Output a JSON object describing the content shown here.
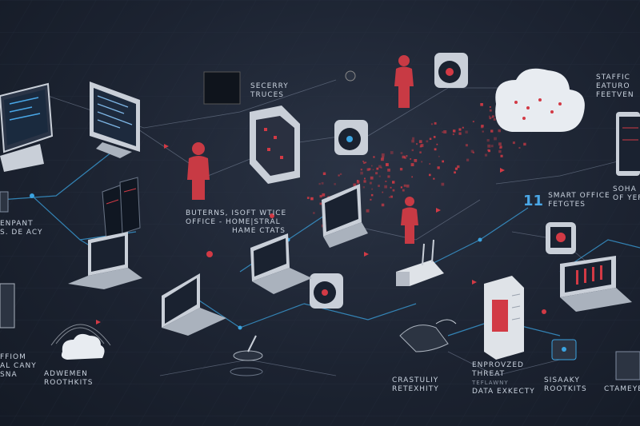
{
  "labels": {
    "security_trucks": [
      "SECERRY",
      "TRUCES"
    ],
    "staffic_features": [
      "STAFFIC",
      "EATURO",
      "FEETVEN"
    ],
    "home_office": [
      "BUTERNS, ISOFT WTICE",
      "OFFICE  -   HOME|STRAL",
      "HAME CTATS"
    ],
    "smart_office_number": "11",
    "smart_office": [
      "SMART OFFICE",
      "FETGTES"
    ],
    "sona": [
      "SOHA",
      "OF YEFE"
    ],
    "left_mid": [
      "ENPANT",
      "S. DE ACY"
    ],
    "left_bottom": [
      "FFIOM",
      "AL CANY",
      "SNA"
    ],
    "adwewen_rootkits": [
      "ADWEMEN",
      "ROOTHKITS"
    ],
    "crastuly": [
      "CRASTULIY",
      "RETEXHITY"
    ],
    "enprovzed_threat": [
      "ENPROVZED",
      "THREAT",
      "TEFLAWNY",
      "DATA EXKECTY"
    ],
    "sisaaky_rootkits": [
      "SISAAKY",
      "ROOTKITS"
    ],
    "ctamey": [
      "CTAMEYE"
    ]
  },
  "colors": {
    "background": "#1b2230",
    "accent_blue": "#3ba3e0",
    "accent_red": "#d23a45",
    "device_silver": "#c9cfd8",
    "screen_dark": "#1a2230"
  },
  "icons": [
    "monitor-icon",
    "laptop-icon",
    "tablet-icon",
    "router-icon",
    "server-icon",
    "cloud-icon",
    "person-icon",
    "security-camera-icon",
    "lock-icon",
    "wifi-signal-icon",
    "drone-icon"
  ]
}
